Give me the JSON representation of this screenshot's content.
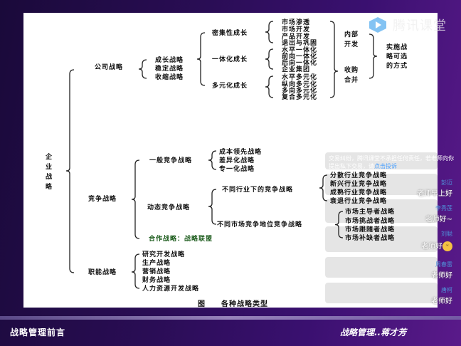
{
  "diagram": {
    "root": "企业战略",
    "corporate": {
      "label": "公司战略",
      "children": [
        "成长战略",
        "稳定战略",
        "收缩战略"
      ],
      "growth": {
        "types": [
          "密集性成长",
          "一体化成长",
          "多元化成长"
        ],
        "intensive": [
          "市场渗透",
          "市场开发",
          "产品开发",
          "退出与巩固"
        ],
        "integration": [
          "水平一体化",
          "前向一体化",
          "后向一体化",
          "企业集团"
        ],
        "diversification": [
          "水平多元化",
          "纵向多元化",
          "多向多元化",
          "复合多元化"
        ],
        "methods": [
          "内部开发",
          "收购合并"
        ],
        "methods_note": "实施战略可选的方式"
      }
    },
    "competitive": {
      "label": "竞争战略",
      "general": {
        "label": "一般竞争战略",
        "children": [
          "成本领先战略",
          "差异化战略",
          "专一化战略"
        ]
      },
      "dynamic": {
        "label": "动态竞争战略",
        "industry": {
          "label": "不同行业下的竞争战略",
          "children": [
            "分散行业竞争战略",
            "新兴行业竞争战略",
            "成熟行业竞争战略",
            "衰退行业竞争战略"
          ]
        },
        "position": {
          "label": "不同市场竞争地位竞争战略",
          "children": [
            "市场主导者战略",
            "市场挑战者战略",
            "市场跟随者战略",
            "市场补缺者战略"
          ]
        }
      },
      "cooperative": "合作战略：战略联盟"
    },
    "functional": {
      "label": "职能战略",
      "children": [
        "研究开发战略",
        "生产战略",
        "营销战略",
        "财务战略",
        "人力资源开发战略"
      ]
    },
    "caption": "图　　各种战略类型"
  },
  "footer": {
    "left": "战略管理前言",
    "right": "战略管理..蒋才芳"
  },
  "logo": {
    "text": "腾讯课堂",
    "icon": "play-icon"
  },
  "chat": {
    "notice_text": "交易纠纷，腾讯课堂不承担任何责任，若老师向你提出私下交易，请",
    "notice_link": "点击投诉",
    "messages": [
      {
        "name": "彭迈",
        "text": "老师早上好"
      },
      {
        "name": "李秀莲",
        "text": "老师好~"
      },
      {
        "name": "刘聪",
        "text": "老师好",
        "emoji": "grin-emoji"
      },
      {
        "name": "周春雷",
        "text": "老师好"
      },
      {
        "name": "唐柯",
        "text": "老师好"
      }
    ]
  }
}
